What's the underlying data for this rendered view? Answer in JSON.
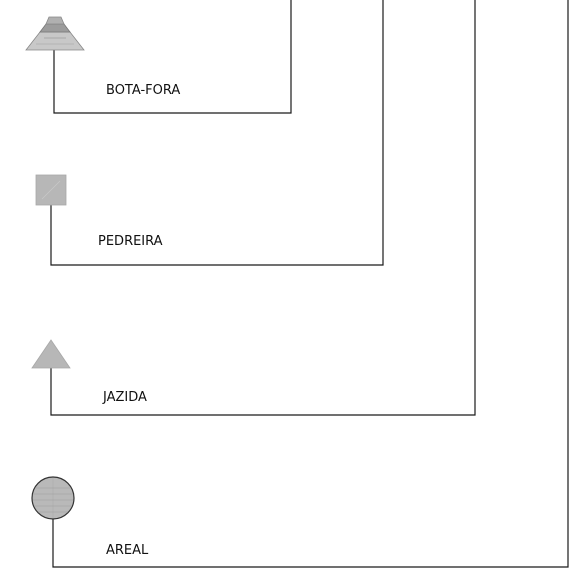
{
  "legend": {
    "items": [
      {
        "label": "BOTA-FORA",
        "icon": "spoil-pile-icon"
      },
      {
        "label": "PEDREIRA",
        "icon": "quarry-square-icon"
      },
      {
        "label": "JAZIDA",
        "icon": "deposit-triangle-icon"
      },
      {
        "label": "AREAL",
        "icon": "sand-pit-circle-icon"
      }
    ]
  },
  "colors": {
    "line": "#1a1a1a",
    "symbol_fill": "#b5b5b5",
    "symbol_dark": "#8a8a8a",
    "text": "#111111"
  }
}
